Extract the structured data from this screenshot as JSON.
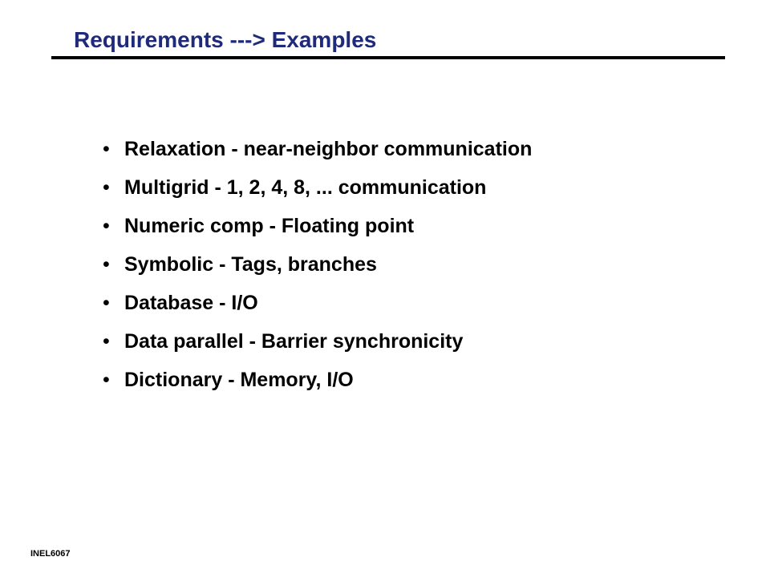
{
  "slide": {
    "title": "Requirements ---> Examples",
    "title_color": "#1f2a7a",
    "bullet_glyph": "•",
    "bullets": [
      "Relaxation - near-neighbor communication",
      "Multigrid - 1, 2, 4, 8, ... communication",
      "Numeric comp - Floating point",
      "Symbolic - Tags, branches",
      "Database - I/O",
      "Data parallel - Barrier synchronicity",
      "Dictionary - Memory, I/O"
    ],
    "footer": "INEL6067"
  }
}
